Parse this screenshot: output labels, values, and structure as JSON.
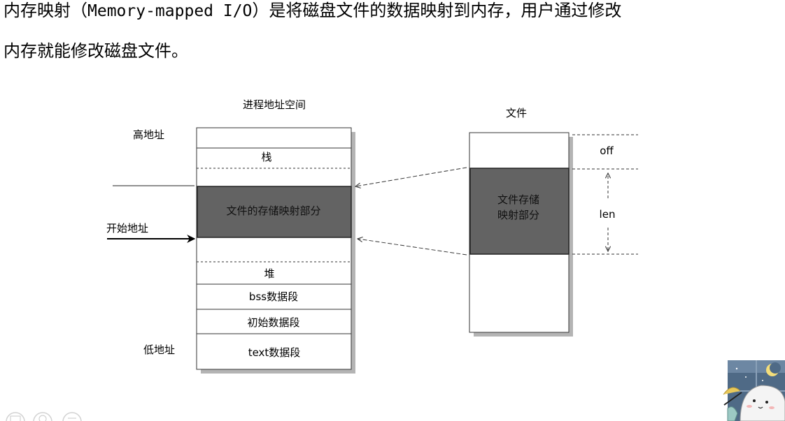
{
  "article": {
    "line1_a": "内存映射（",
    "line1_mono": "Memory-mapped I/O",
    "line1_b": "）是将磁盘文件的数据映射到内存，用户通过修改",
    "line2": "内存就能修改磁盘文件。"
  },
  "diagram": {
    "process_title": "进程地址空间",
    "file_title": "文件",
    "high_address": "高地址",
    "low_address": "低地址",
    "start_address": "开始地址",
    "segments": {
      "stack": "栈",
      "mapped": "文件的存储映射部分",
      "heap": "堆",
      "bss": "bss数据段",
      "init_data": "初始数据段",
      "text": "text数据段"
    },
    "file_mapped_line1": "文件存储",
    "file_mapped_line2": "映射部分",
    "off": "off",
    "len": "len"
  },
  "colors": {
    "mapped_fill": "#636363",
    "shadow": "#b4b4b4"
  },
  "icons": [
    "image-icon",
    "comment-icon",
    "share-icon",
    "mascot-sticker-icon"
  ]
}
